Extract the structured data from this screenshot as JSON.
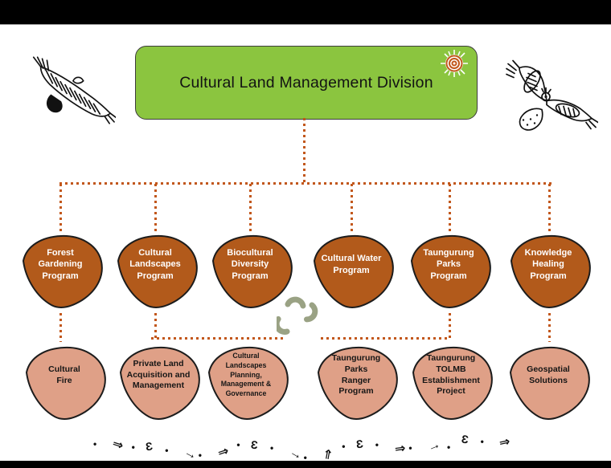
{
  "header": {
    "title": "Cultural Land Management Division"
  },
  "palette": {
    "top_bar": "#000000",
    "header_green": "#8bc53f",
    "program_fill": "#b25a1b",
    "project_fill": "#dfa087",
    "connector_orange": "#c2571b",
    "symbol_sage": "#9aa284"
  },
  "programs": [
    {
      "label": "Forest Gardening Program"
    },
    {
      "label": "Cultural Landscapes Program"
    },
    {
      "label": "Biocultural Diversity Program"
    },
    {
      "label": "Cultural Water Program"
    },
    {
      "label": "Taungurung Parks Program"
    },
    {
      "label": "Knowledge Healing Program"
    }
  ],
  "projects": [
    {
      "label": "Cultural Fire"
    },
    {
      "label": "Private Land Acquisition and Management"
    },
    {
      "label": "Cultural Landscapes Planning, Management & Governance"
    },
    {
      "label": "Taungurung Parks Ranger Program"
    },
    {
      "label": "Taungurung TOLMB Establishment Project"
    },
    {
      "label": "Geospatial Solutions"
    }
  ],
  "decor": {
    "left_bird": "soaring-eagle-line-art",
    "right_bird": "soaring-eagle-line-art",
    "meeting_symbol": "three-crescents",
    "track_symbols": [
      "•",
      "⇒",
      "•",
      "Ɛ",
      "•",
      "→",
      "•",
      "⇒",
      "•",
      "Ɛ",
      "•",
      "→",
      "•",
      "⇗",
      "•",
      "Ɛ",
      "•",
      "⇒",
      "•",
      "→",
      "•",
      "Ɛ",
      "•",
      "⇒"
    ]
  }
}
